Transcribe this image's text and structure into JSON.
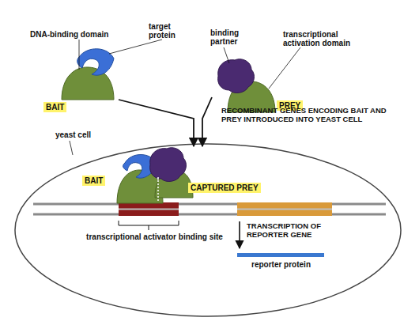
{
  "diagram": {
    "nodes": [
      {
        "text": [
          "BAIT"
        ]
      },
      {
        "text": [
          "PREY"
        ]
      },
      {
        "text": [
          "yeast cell"
        ]
      }
    ],
    "edges": [
      {
        "from": 0,
        "to": 2,
        "arrow": "to"
      },
      {
        "from": 1,
        "to": 2,
        "arrow": "to"
      }
    ],
    "labels": [
      "DNA-binding domain",
      "target protein",
      "binding partner",
      "transcriptional activation domain",
      "RECOMBINANT GENES ENCODING BAIT AND PREY INTRODUCED INTO YEAST CELL",
      "BAIT",
      "CAPTURED PREY",
      "transcriptional activator binding site",
      "TRANSCRIPTION OF REPORTER GENE",
      "reporter protein"
    ]
  }
}
